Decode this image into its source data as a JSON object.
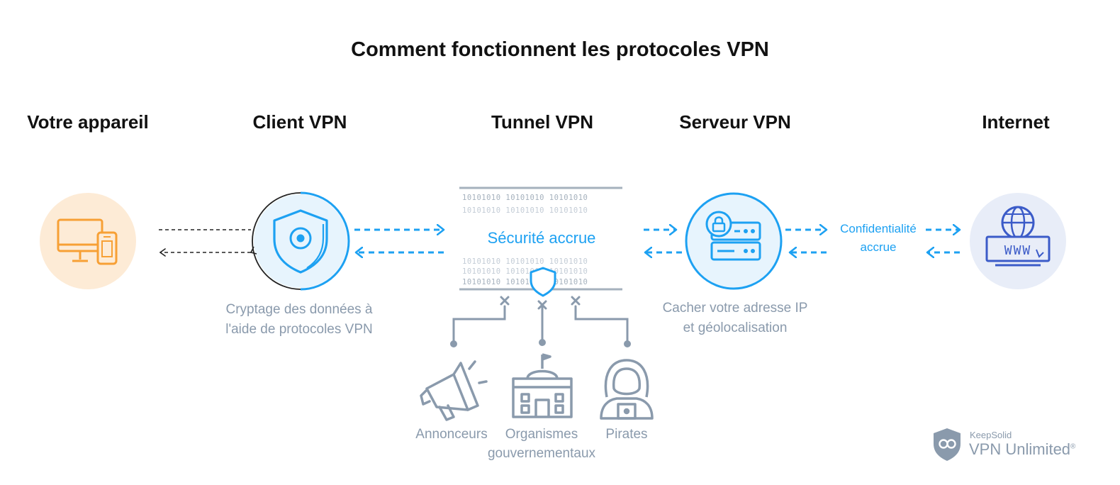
{
  "title": "Comment fonctionnent les protocoles VPN",
  "columns": {
    "device": "Votre appareil",
    "client": "Client VPN",
    "tunnel": "Tunnel VPN",
    "server": "Serveur VPN",
    "internet": "Internet"
  },
  "tunnel": {
    "label": "Sécurité accrue",
    "bits": "10101010 10101010 10101010"
  },
  "captions": {
    "client_line1": "Cryptage des données à",
    "client_line2": "l'aide de protocoles VPN",
    "server_line1": "Cacher votre adresse IP",
    "server_line2": "et géolocalisation",
    "privacy_line1": "Confidentialité",
    "privacy_line2": "accrue"
  },
  "threats": {
    "advertisers": "Annonceurs",
    "gov_line1": "Organismes",
    "gov_line2": "gouvernementaux",
    "hackers": "Pirates"
  },
  "brand": {
    "company": "KeepSolid",
    "product": "VPN Unlimited",
    "mark": "®"
  },
  "colors": {
    "blue": "#1da1f2",
    "orange": "#f7a035",
    "gray": "#8a9aac",
    "globe": "#3b5bc8"
  },
  "icons": [
    "devices-icon",
    "shield-eye-icon",
    "shield-icon",
    "server-lock-icon",
    "globe-www-icon",
    "megaphone-icon",
    "government-building-icon",
    "hacker-icon",
    "keepsolid-logo-icon"
  ]
}
